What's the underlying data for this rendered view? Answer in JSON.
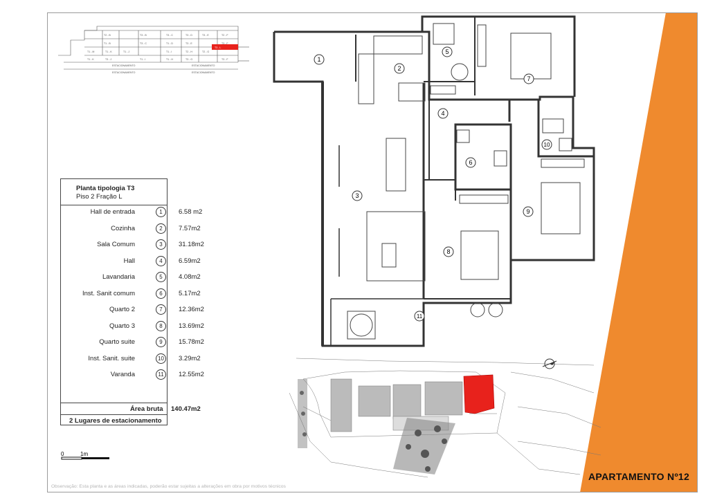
{
  "colors": {
    "accent": "#ef8a2e",
    "highlight": "#e8221c",
    "line": "#333333"
  },
  "section": {
    "units_row1": [
      "T2 - B",
      "T3 - B",
      "T3 - C",
      "T3 - D",
      "T3 - E",
      "T2 - F"
    ],
    "units_row2": [
      "T1 - B",
      "T3 - C",
      "T1 - D",
      "T3 - E",
      "T3 - F"
    ],
    "units_row3": [
      "T1 - M",
      "T1 - K",
      "T1 - J",
      "T1 - I",
      "T2 - H",
      "T2 - G"
    ],
    "units_row4": [
      "T1 - K",
      "T3 - J",
      "T1 - I",
      "T1 - H",
      "T3 - G",
      "T3 - F"
    ],
    "garage_label": "ESTACIONAMENTO",
    "highlight_label": "T3 - L"
  },
  "table": {
    "title": "Planta tipologia T3",
    "subtitle": "Piso 2 Fração L",
    "rooms": [
      {
        "name": "Hall de entrada",
        "num": "1",
        "area": "6.58 m2"
      },
      {
        "name": "Cozinha",
        "num": "2",
        "area": "7.57m2"
      },
      {
        "name": "Sala Comum",
        "num": "3",
        "area": "31.18m2"
      },
      {
        "name": "Hall",
        "num": "4",
        "area": "6.59m2"
      },
      {
        "name": "Lavandaria",
        "num": "5",
        "area": "4.08m2"
      },
      {
        "name": "Inst. Sanit comum",
        "num": "6",
        "area": "5.17m2"
      },
      {
        "name": "Quarto 2",
        "num": "7",
        "area": "12.36m2"
      },
      {
        "name": "Quarto 3",
        "num": "8",
        "area": "13.69m2"
      },
      {
        "name": "Quarto suite",
        "num": "9",
        "area": "15.78m2"
      },
      {
        "name": "Inst. Sanit. suite",
        "num": "10",
        "area": "3.29m2"
      },
      {
        "name": "Varanda",
        "num": "11",
        "area": "12.55m2"
      }
    ],
    "total_label": "Área bruta",
    "total_value": "140.47m2",
    "parking": "2 Lugares de estacionamento"
  },
  "plan_labels": [
    "1",
    "2",
    "3",
    "4",
    "5",
    "6",
    "7",
    "8",
    "9",
    "10",
    "11"
  ],
  "scale": {
    "zero": "0",
    "unit": "1m"
  },
  "footnote": "Observação: Esta planta e as áreas indicadas, poderão estar sujeitas a alterações em obra por motivos técnicos",
  "apartment_title": "APARTAMENTO Nº12"
}
